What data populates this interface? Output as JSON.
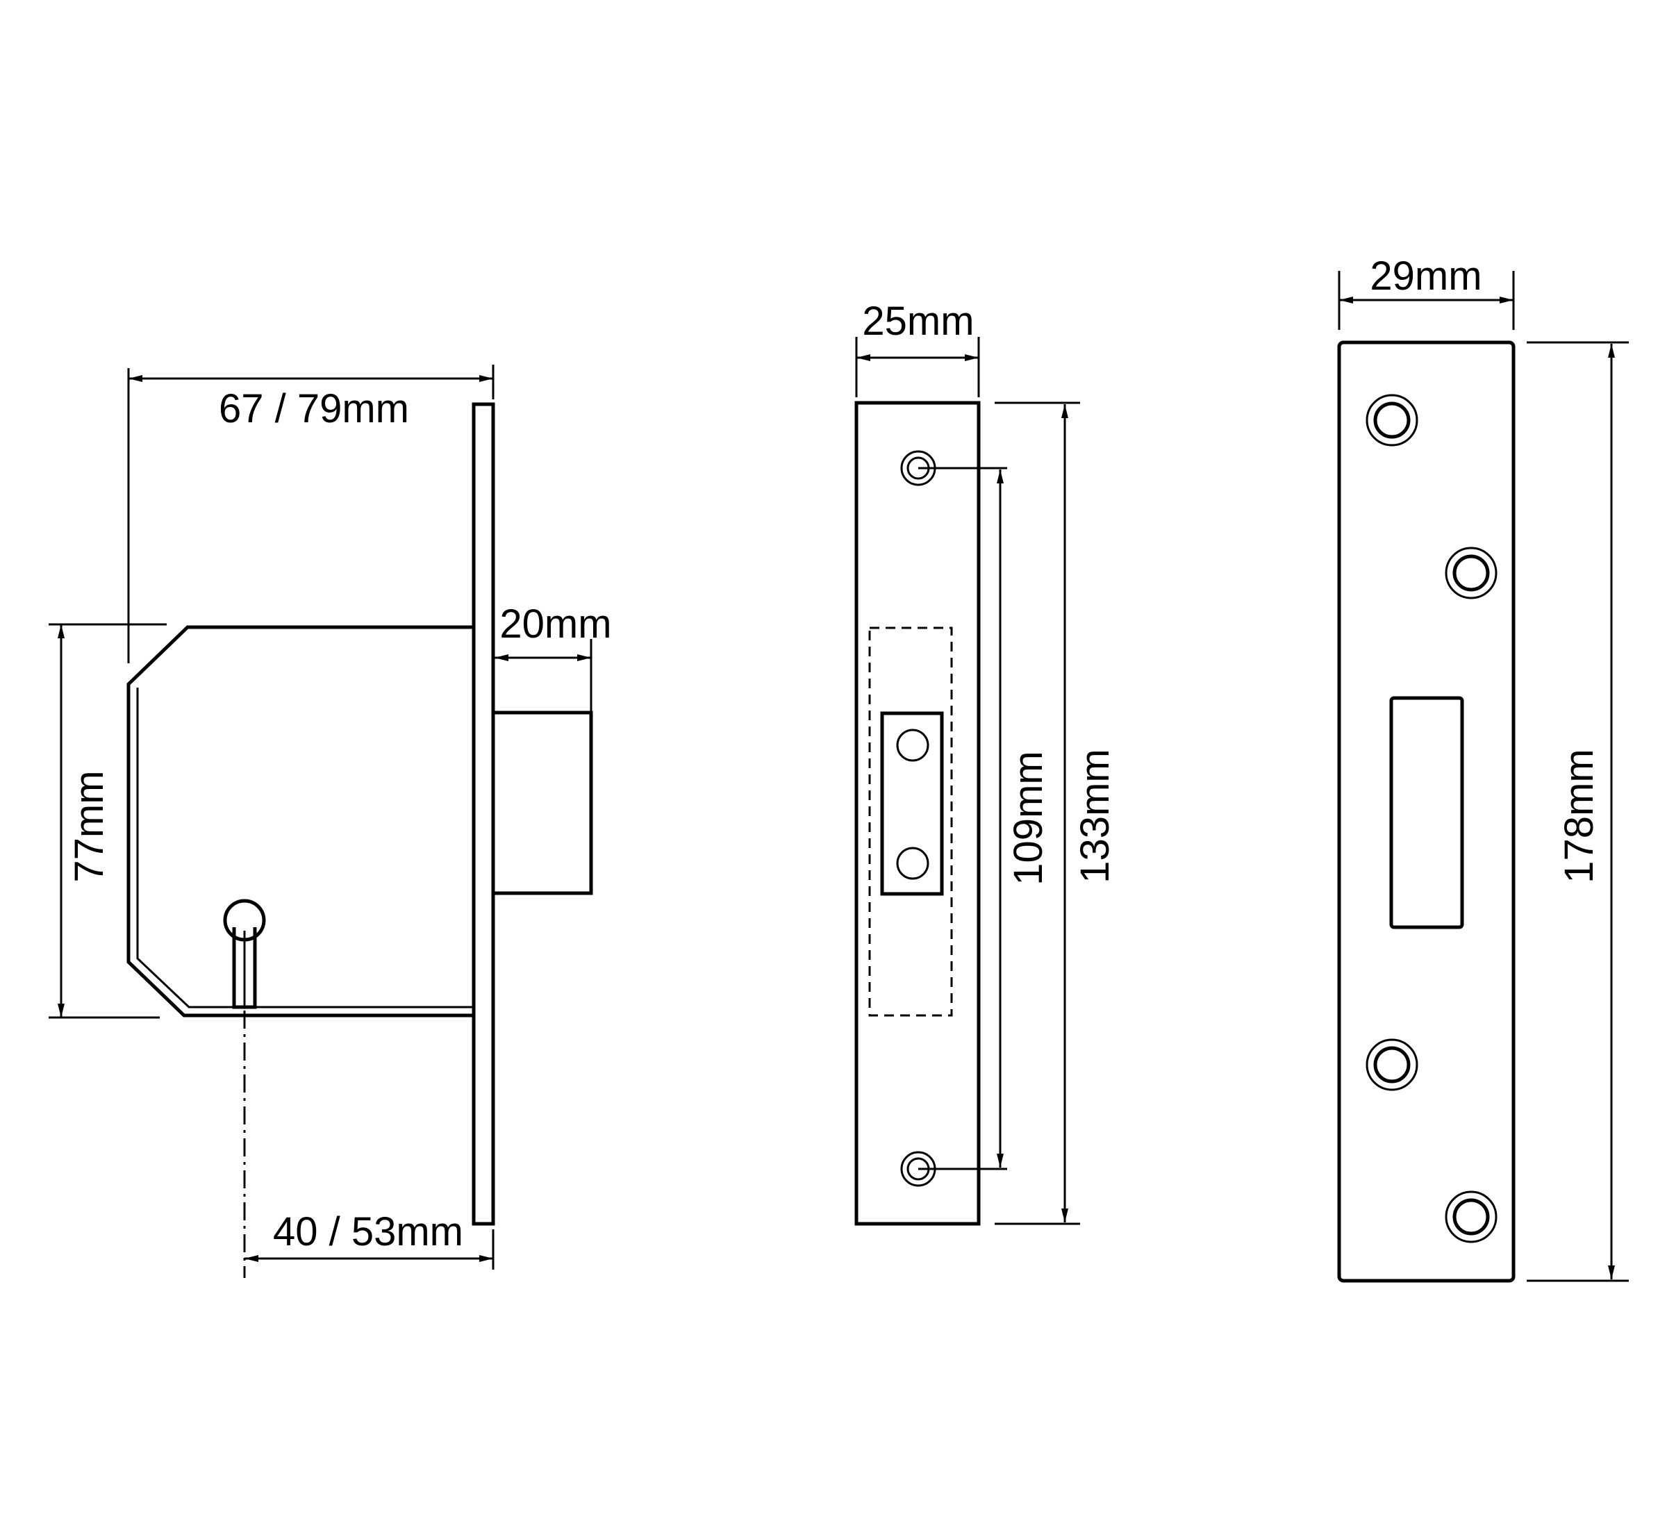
{
  "dimensions": {
    "lock_body_depth": "67 / 79mm",
    "lock_body_height": "77mm",
    "bolt_throw": "20mm",
    "backset": "40 / 53mm",
    "forend_width": "25mm",
    "forend_fixing_centres": "109mm",
    "forend_length": "133mm",
    "strike_plate_width": "29mm",
    "strike_plate_length": "178mm"
  },
  "colors": {
    "line": "#000000",
    "background": "#ffffff"
  }
}
